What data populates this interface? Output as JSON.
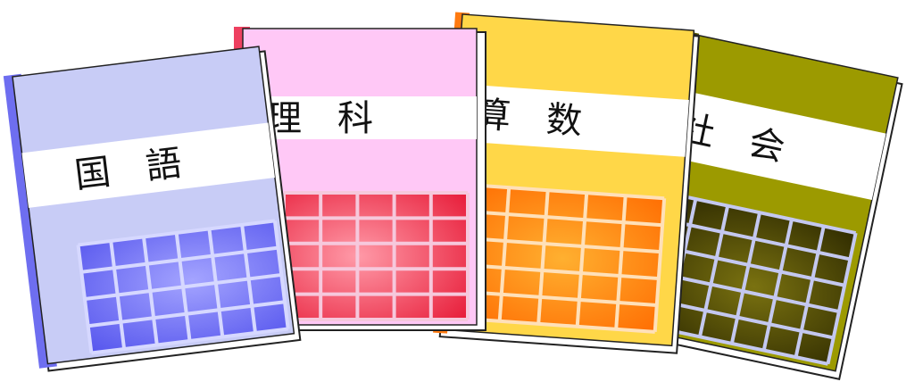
{
  "books": [
    {
      "name": "japanese",
      "title": "国　語",
      "colors": {
        "cover": "#c8ccf6",
        "spine": "#6e6ef0",
        "grid_light": "#a4a4ff",
        "grid_dark": "#5858ee",
        "grid_lines": "#d6d8ff"
      }
    },
    {
      "name": "science",
      "title": "理　科",
      "colors": {
        "cover": "#ffc8f6",
        "spine": "#ee4060",
        "grid_light": "#ff9aa8",
        "grid_dark": "#e8203c",
        "grid_lines": "#f6c8dc"
      }
    },
    {
      "name": "math",
      "title": "算　数",
      "colors": {
        "cover": "#ffd748",
        "spine": "#ff7a10",
        "grid_light": "#ffb030",
        "grid_dark": "#ff6a00",
        "grid_lines": "#ffe0b8"
      }
    },
    {
      "name": "social-studies",
      "title": "社　会",
      "colors": {
        "cover": "#9c9a00",
        "spine": "#5a5800",
        "grid_light": "#7a7210",
        "grid_dark": "#2c2800",
        "grid_lines": "#c4c8f0"
      }
    }
  ]
}
